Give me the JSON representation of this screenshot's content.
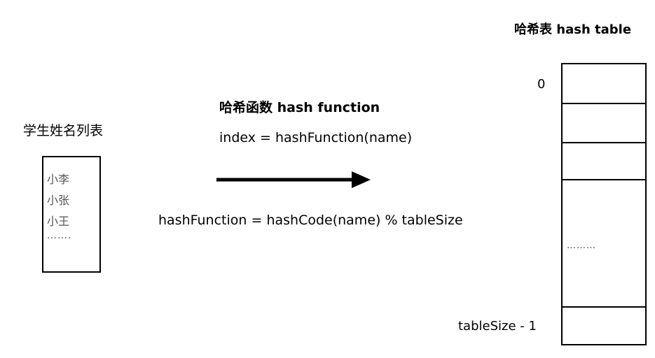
{
  "student_list": {
    "title": "学生姓名列表",
    "items": [
      "小李",
      "小张",
      "小王"
    ],
    "more": "……."
  },
  "hash_function": {
    "title": "哈希函数 hash function",
    "index_formula": "index = hashFunction(name)",
    "definition": "hashFunction = hashCode(name) % tableSize"
  },
  "hash_table": {
    "title": "哈希表 hash table",
    "first_index": "0",
    "last_index": "tableSize - 1",
    "ellipsis": "………"
  }
}
